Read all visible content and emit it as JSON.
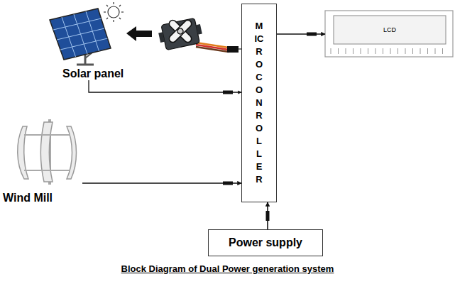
{
  "diagram": {
    "caption": "Block Diagram of Dual Power generation system",
    "nodes": [
      {
        "text": [
          "Solar panel"
        ]
      },
      {
        "text": [
          "MICROCONROLLER"
        ]
      },
      {
        "text": [
          "LCD"
        ]
      },
      {
        "text": [
          "Wind Mill"
        ]
      },
      {
        "text": [
          "Power supply"
        ]
      }
    ],
    "edges": [
      {
        "from": 0,
        "to": 1,
        "arrow": "to"
      },
      {
        "from": 3,
        "to": 1,
        "arrow": "to"
      },
      {
        "from": 4,
        "to": 1,
        "arrow": "to"
      },
      {
        "from": 1,
        "to": 2,
        "arrow": "to"
      }
    ]
  }
}
